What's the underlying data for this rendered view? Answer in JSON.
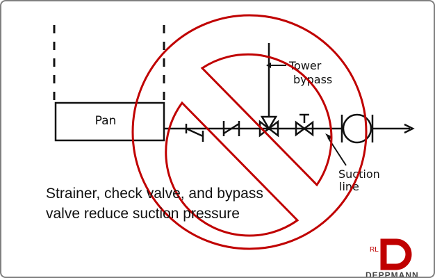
{
  "diagram": {
    "labels": {
      "pan": "Pan",
      "tower_bypass_line1": "Tower",
      "tower_bypass_line2": "bypass",
      "suction_line1": "Suction",
      "suction_line2": "line"
    }
  },
  "caption": {
    "line1": "Strainer, check valve, and bypass",
    "line2": "valve reduce suction pressure"
  },
  "prohibition_symbol": {
    "color": "#c00000"
  },
  "logo": {
    "mark_text": "RL",
    "brand_text": "DEPPMANN",
    "color": "#c00000"
  }
}
